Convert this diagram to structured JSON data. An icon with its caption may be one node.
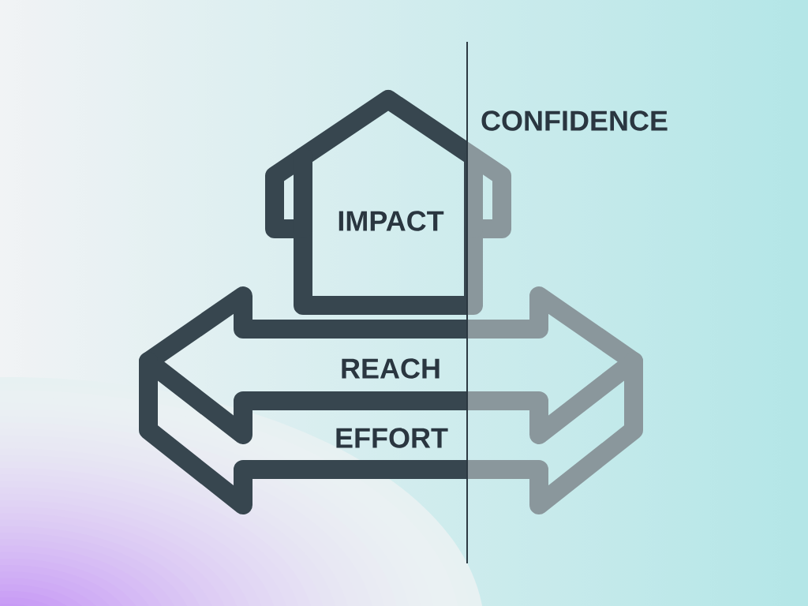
{
  "diagram": {
    "nodes": [
      {
        "text": [
          "IMPACT"
        ]
      },
      {
        "text": [
          "REACH"
        ]
      },
      {
        "text": [
          "EFFORT"
        ]
      }
    ],
    "labels": [
      "CONFIDENCE"
    ]
  }
}
